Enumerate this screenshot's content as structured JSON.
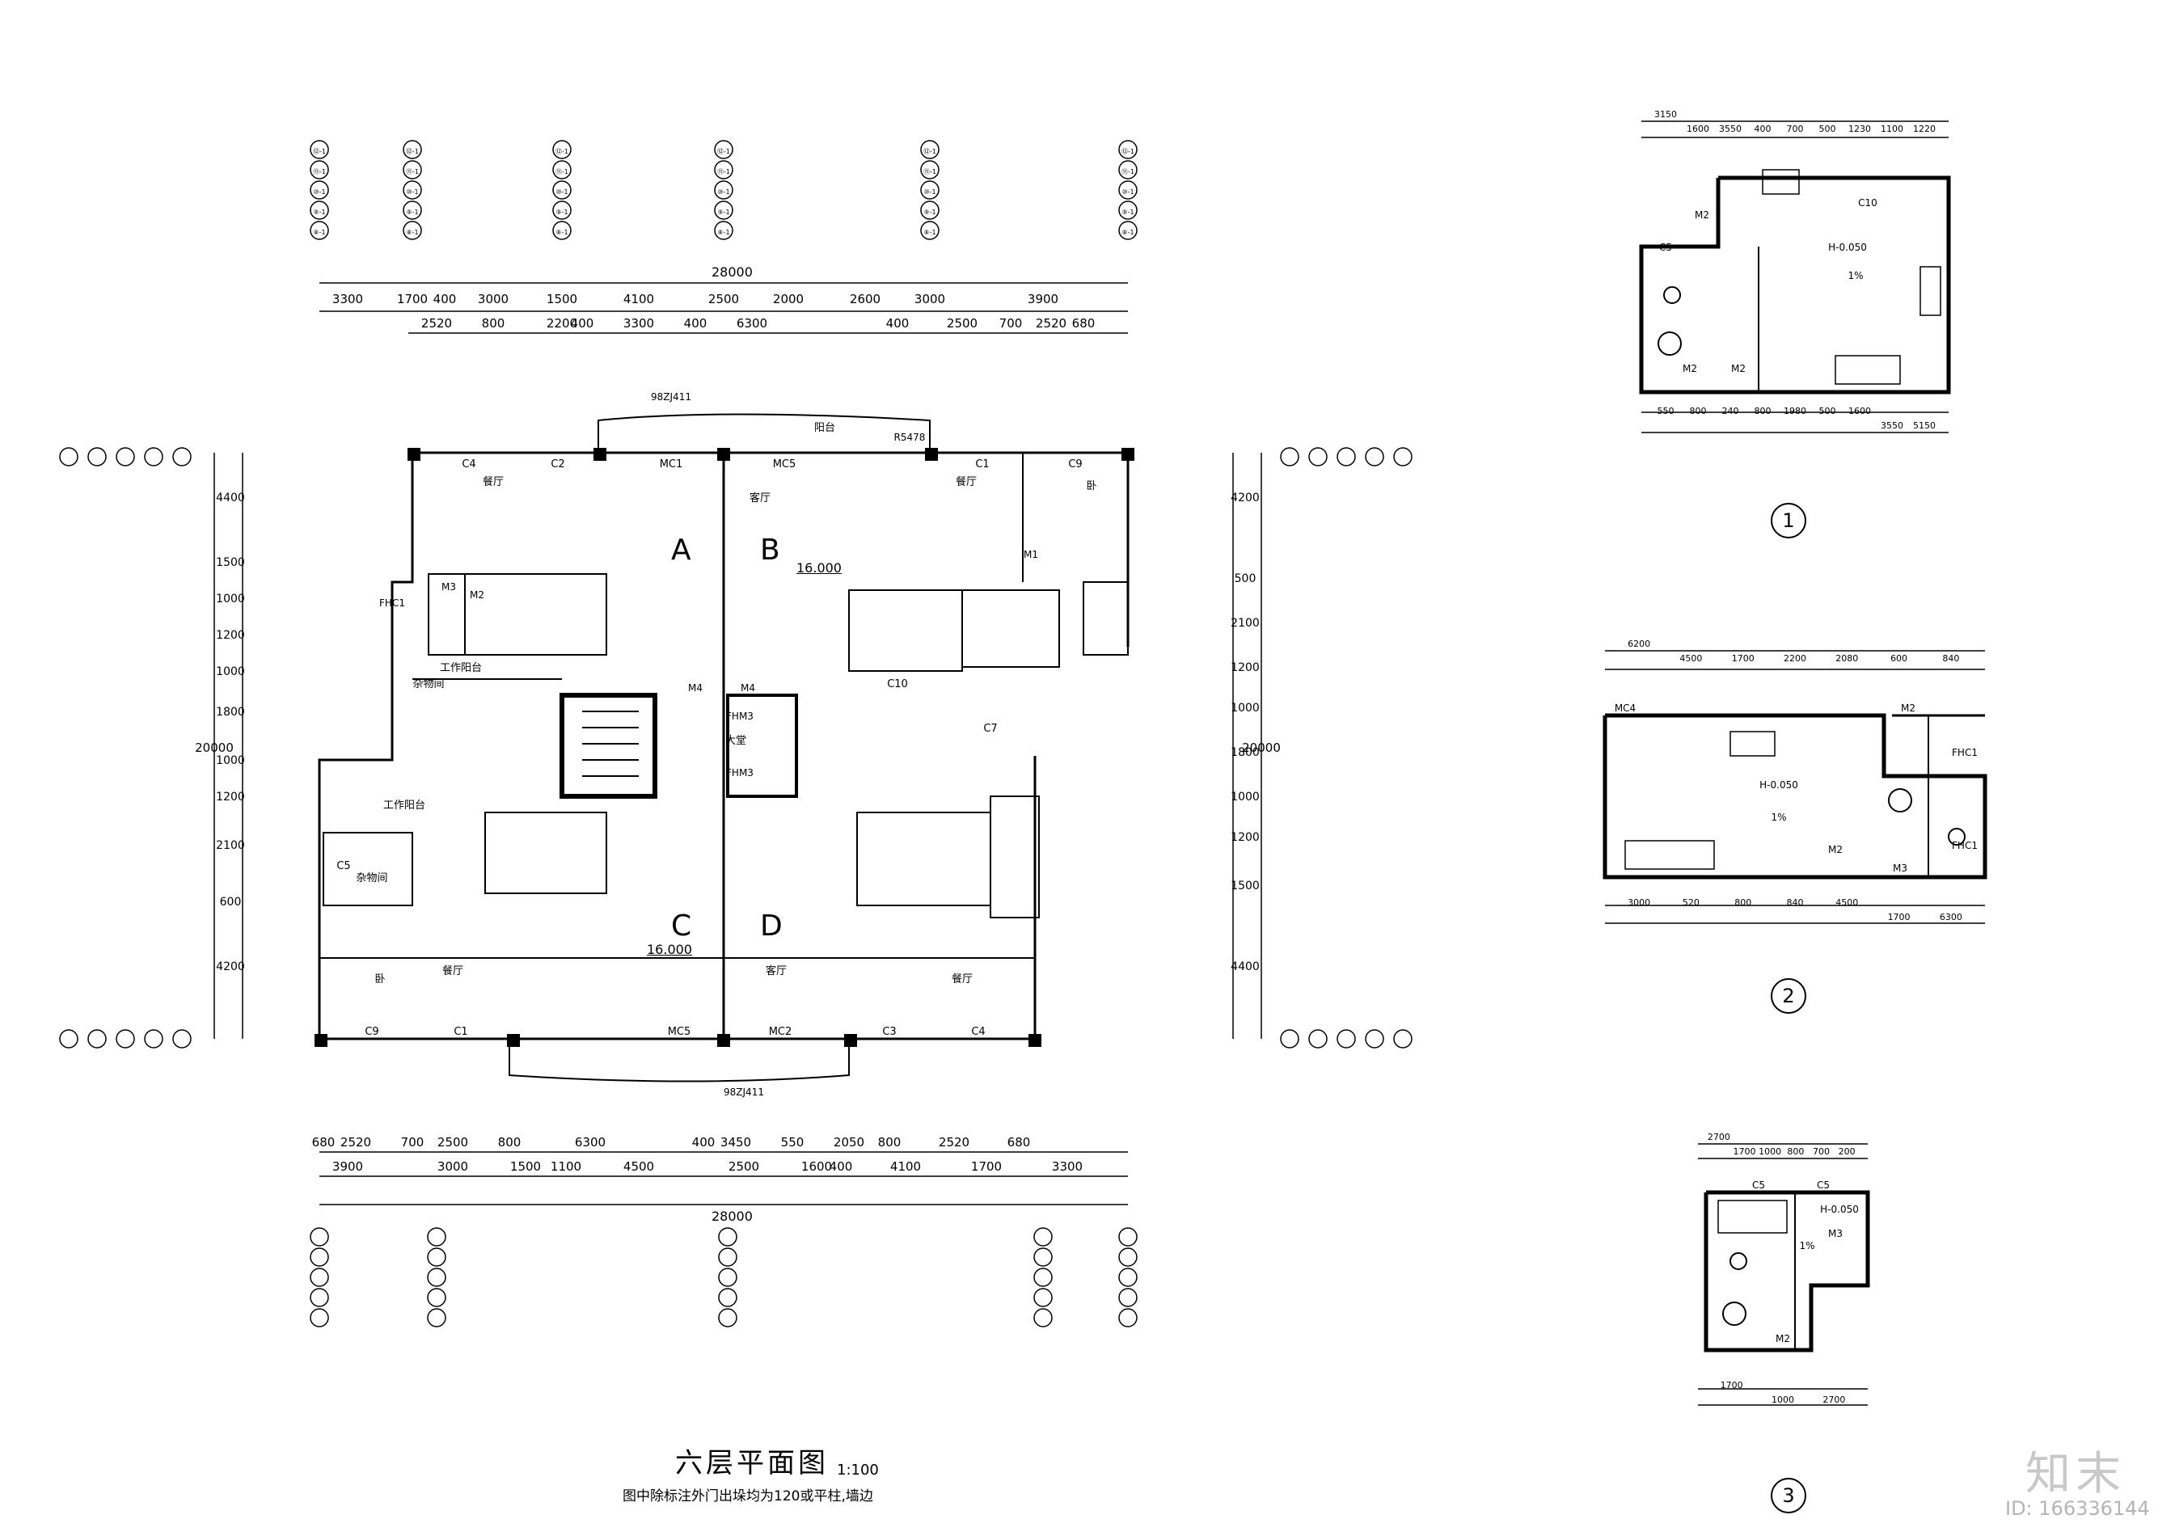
{
  "plan": {
    "title": "六层平面图",
    "scale": "1:100",
    "note": "图中除标注外门出垛均为120或平柱,墙边",
    "units": [
      "A",
      "B",
      "C",
      "D"
    ],
    "elevations": [
      "16.000",
      "16.000"
    ],
    "total_dim_top": "28000",
    "total_dim_bottom": "28000",
    "side_dim_left": "20000",
    "side_dim_right": "20000",
    "top_dims_row1": [
      "3300",
      "1700",
      "400",
      "3000",
      "1500",
      "4100",
      "2500",
      "2000",
      "2600",
      "3000",
      "3900"
    ],
    "top_dims_row2": [
      "2520",
      "800",
      "2200",
      "400",
      "3300",
      "400",
      "6300",
      "400",
      "2500",
      "700",
      "2520",
      "680"
    ],
    "bottom_dims_row1": [
      "680",
      "2520",
      "700",
      "2500",
      "800",
      "6300",
      "400",
      "3450",
      "550",
      "2050",
      "800",
      "2520",
      "680"
    ],
    "bottom_dims_row2": [
      "3900",
      "3000",
      "1500",
      "1100",
      "4500",
      "2500",
      "1600",
      "400",
      "4100",
      "1700",
      "3300"
    ],
    "left_dims": [
      "4400",
      "1500",
      "1000",
      "1200",
      "1000",
      "1800",
      "1000",
      "1200",
      "2100",
      "600",
      "4200"
    ],
    "right_dims": [
      "4200",
      "500",
      "2100",
      "1200",
      "1000",
      "1800",
      "1000",
      "1200",
      "1500",
      "4400"
    ],
    "room_labels": [
      "餐厅",
      "客厅",
      "餐厅",
      "卧",
      "杂物间",
      "工作阳台",
      "大堂",
      "阳台",
      "卧",
      "客厅",
      "餐厅",
      "餐厅",
      "杂物间",
      "工作阳台"
    ],
    "window_labels": [
      "C4",
      "C2",
      "MC1",
      "MC5",
      "C1",
      "C9",
      "C10",
      "C7",
      "C5",
      "C9",
      "C1",
      "MC5",
      "MC2",
      "C3",
      "C4"
    ],
    "door_labels": [
      "M4",
      "M4",
      "M3",
      "M2",
      "M1",
      "FHC1",
      "FHM3",
      "FHM3"
    ],
    "callouts": [
      "98ZJ411",
      "98ZJ411",
      "R5478"
    ],
    "axis_rows": [
      "⑫-1",
      "⑪-1",
      "⑩-1",
      "⑨-1",
      "⑧-1"
    ]
  },
  "details": [
    {
      "id": "1",
      "dims_top": [
        "3150",
        "1600",
        "3550",
        "400",
        "700",
        "500",
        "1230",
        "1100",
        "1220"
      ],
      "dims_bottom": [
        "550",
        "800",
        "240",
        "800",
        "1980",
        "500",
        "1600",
        "3550",
        "5150"
      ],
      "labels": [
        "C10",
        "M2",
        "C5",
        "H-0.050",
        "1%",
        "M2",
        "M2"
      ]
    },
    {
      "id": "2",
      "dims_top": [
        "6200",
        "4500",
        "1700",
        "2200",
        "2080",
        "600",
        "840"
      ],
      "dims_bottom": [
        "3000",
        "520",
        "800",
        "840",
        "4500",
        "1700",
        "6300"
      ],
      "labels": [
        "MC4",
        "M2",
        "H-0.050",
        "1%",
        "M2",
        "M3",
        "FHC1",
        "FHC1"
      ]
    },
    {
      "id": "3",
      "dims_top": [
        "2700",
        "1700",
        "1000",
        "800",
        "700",
        "200"
      ],
      "dims_bottom": [
        "1700",
        "1000",
        "2700"
      ],
      "labels": [
        "C5",
        "C5",
        "H-0.050",
        "M3",
        "1%",
        "M2"
      ]
    }
  ],
  "watermark": {
    "logo": "知末",
    "id": "ID: 166336144"
  }
}
